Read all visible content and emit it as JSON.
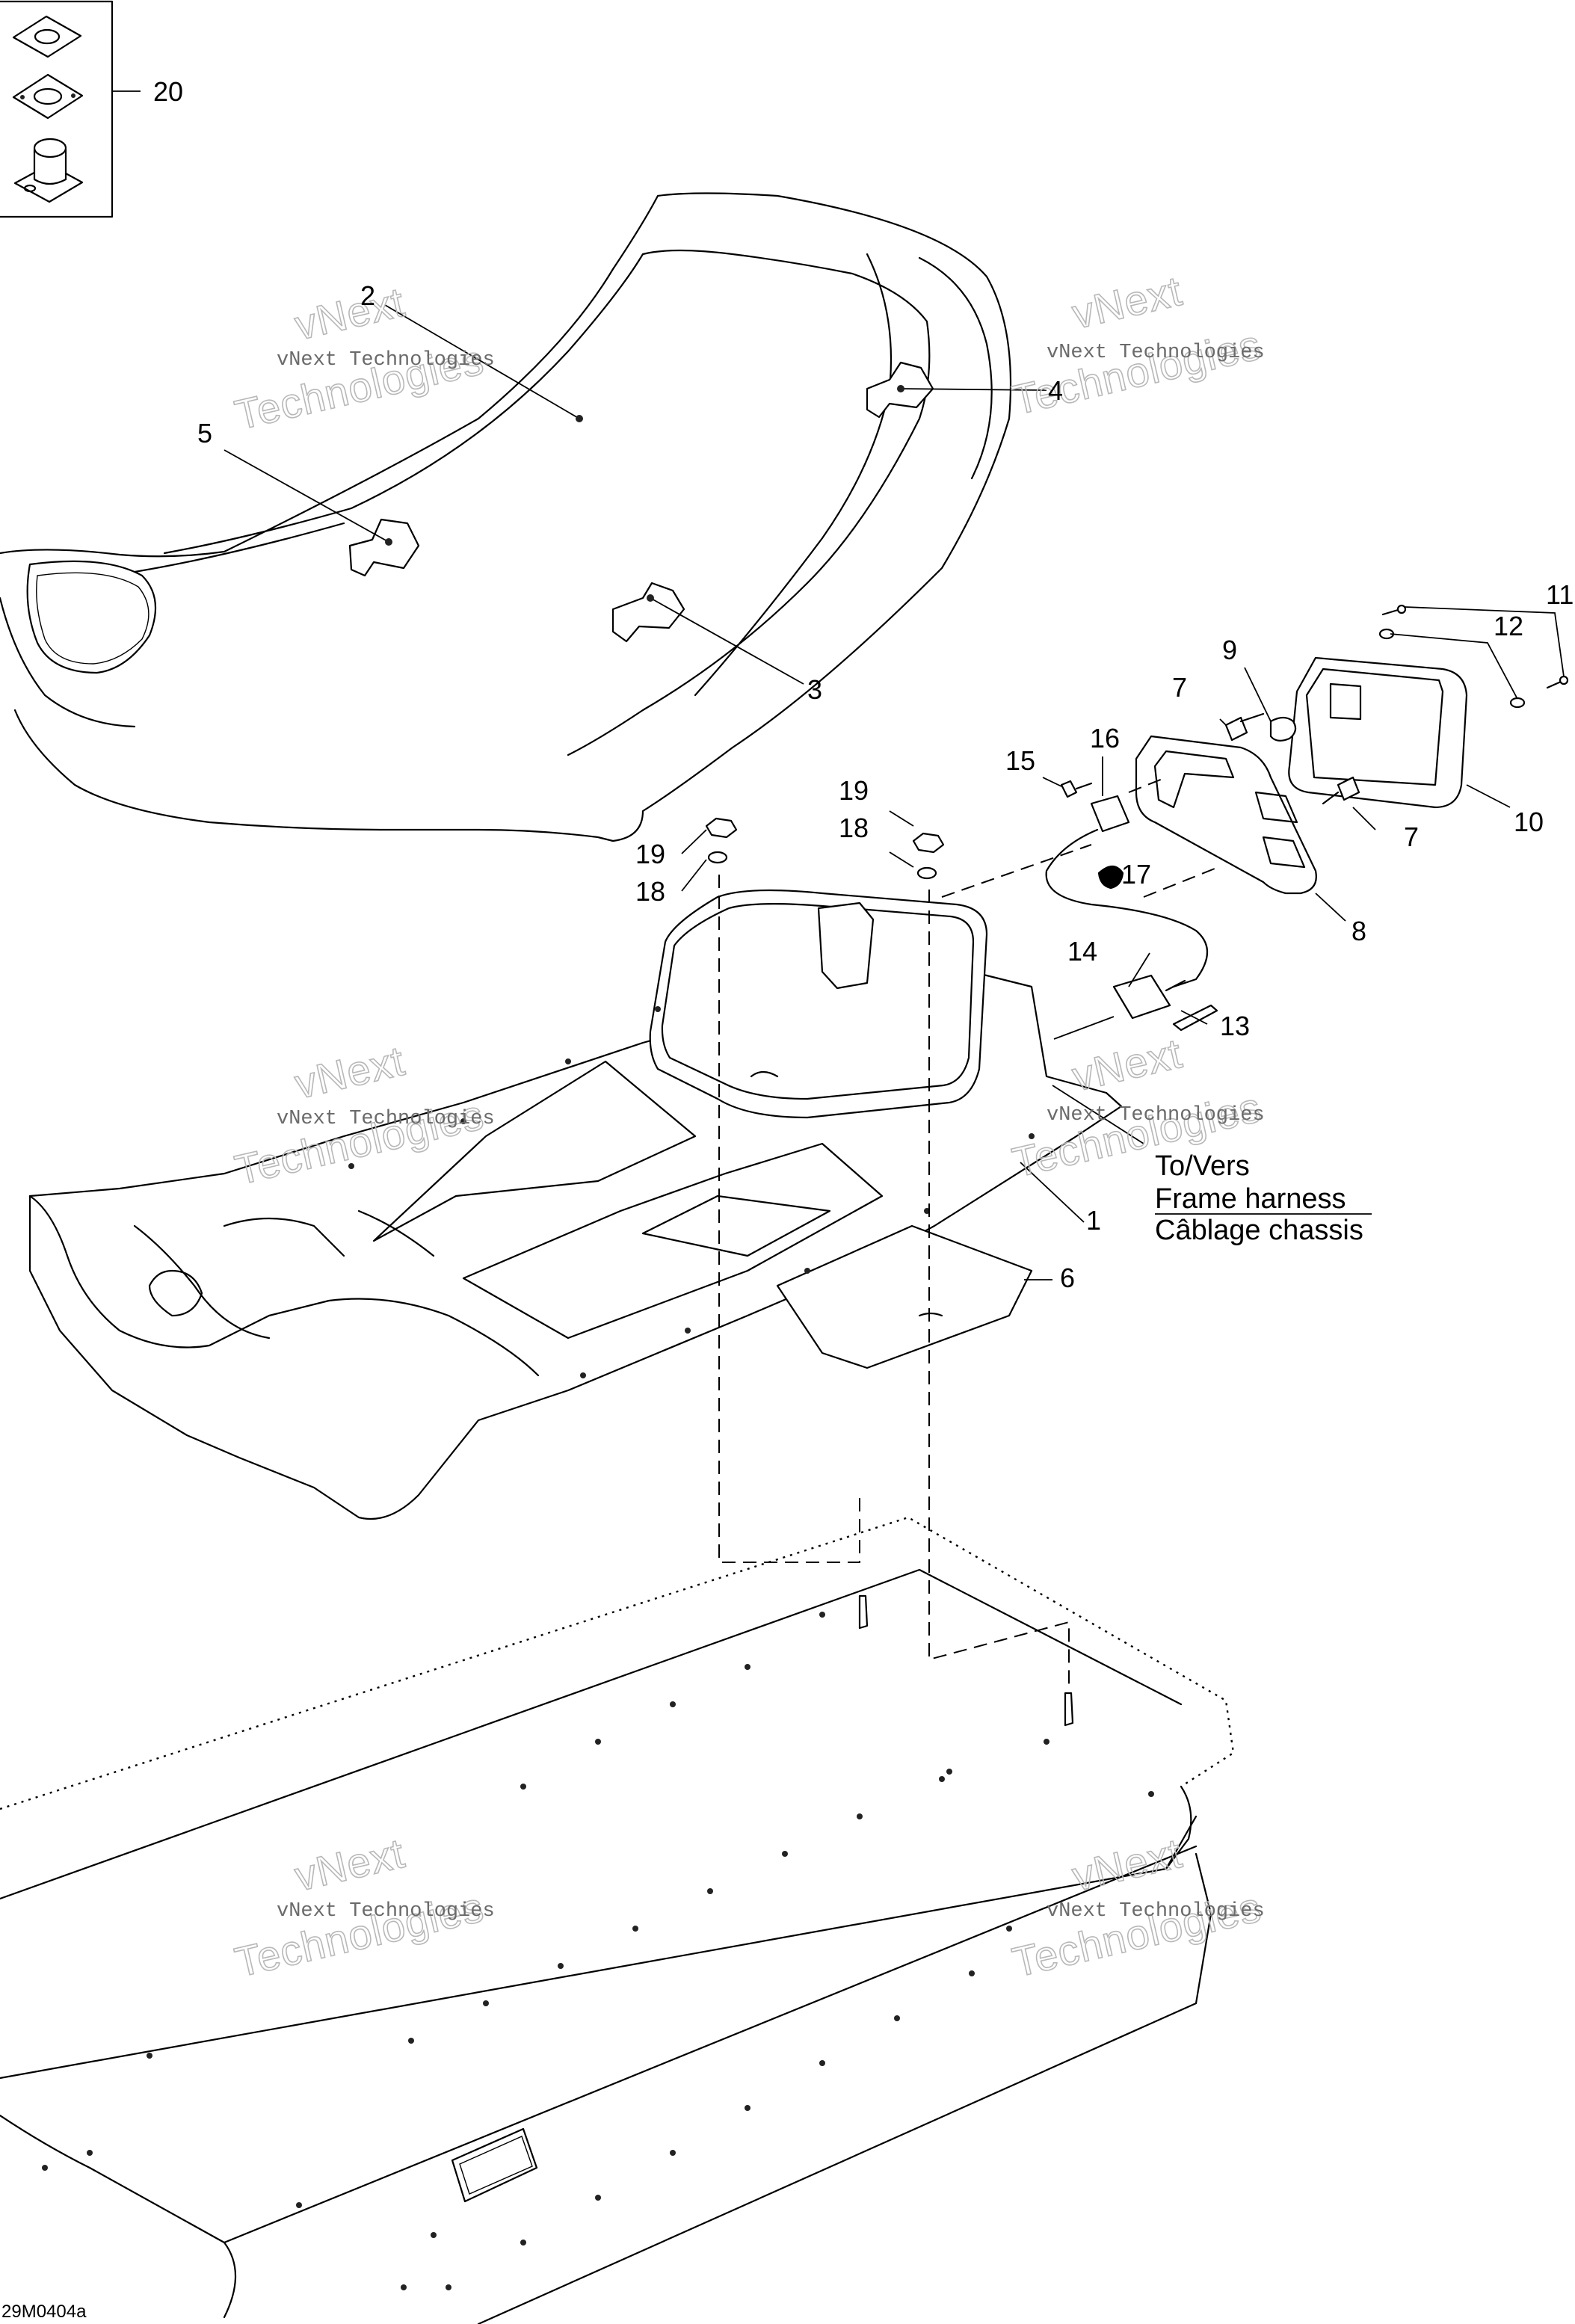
{
  "watermark": {
    "line1": "vNext Technologies",
    "line2": "Technologies",
    "line3": "vNext"
  },
  "callouts": {
    "c1": "1",
    "c2": "2",
    "c3": "3",
    "c4": "4",
    "c5": "5",
    "c6": "6",
    "c7a": "7",
    "c7b": "7",
    "c8": "8",
    "c9": "9",
    "c10": "10",
    "c11": "11",
    "c12": "12",
    "c13": "13",
    "c14": "14",
    "c15": "15",
    "c16": "16",
    "c17": "17",
    "c18a": "18",
    "c18b": "18",
    "c19a": "19",
    "c19b": "19",
    "c20": "20"
  },
  "harness_note": {
    "line1": "To/Vers",
    "line2": "Frame harness",
    "line3": "Câblage chassis"
  },
  "reference_code": "29M0404a"
}
